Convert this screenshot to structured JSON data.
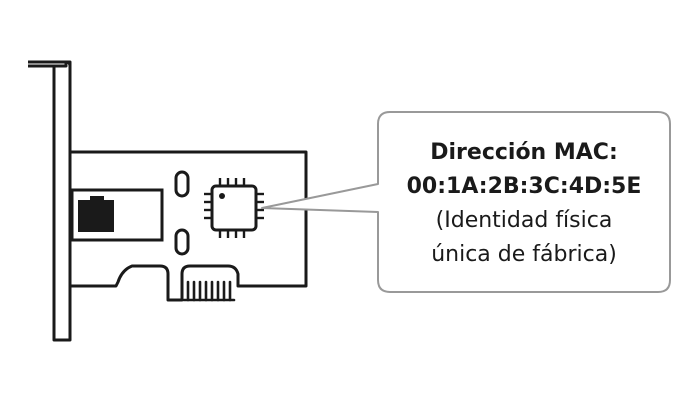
{
  "callout": {
    "label": "Dirección MAC:",
    "address": "00:1A:2B:3C:4D:5E",
    "note_line1": "(Identidad física",
    "note_line2": "única de fábrica)"
  },
  "colors": {
    "stroke": "#1a1a1a",
    "callout_border": "#999999",
    "callout_fill": "#ffffff"
  },
  "icons": {
    "port": "ethernet-port-icon",
    "chip": "chip-icon"
  }
}
